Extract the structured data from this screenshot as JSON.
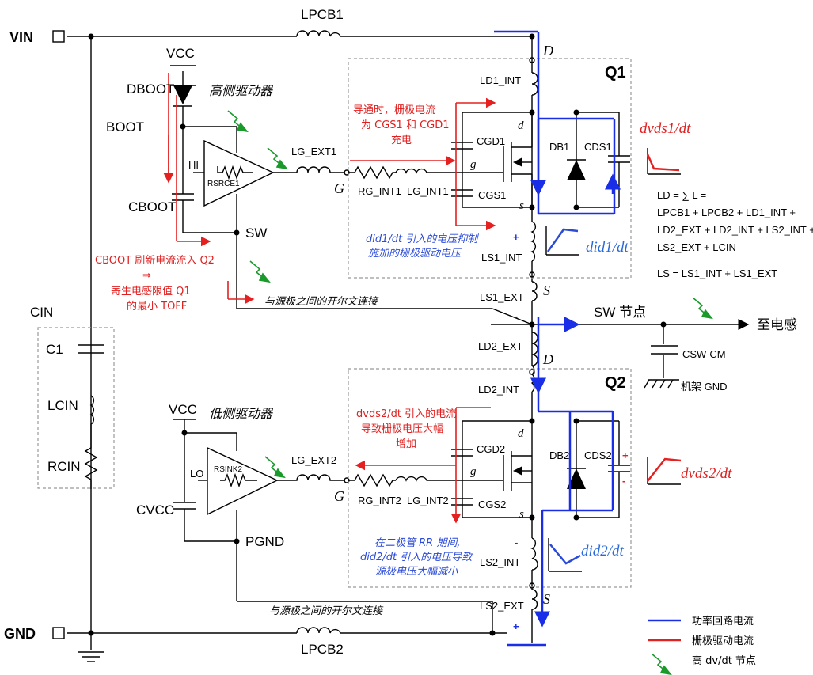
{
  "terminals": {
    "vin": "VIN",
    "gnd": "GND"
  },
  "inductors": {
    "lpcb1": "LPCB1",
    "lpcb2": "LPCB2",
    "ld1int": "LD1_INT",
    "ls1int": "LS1_INT",
    "ls1ext": "LS1_EXT",
    "ld2ext": "LD2_EXT",
    "ld2int": "LD2_INT",
    "ls2int": "LS2_INT",
    "ls2ext": "LS2_EXT",
    "lgext1": "LG_EXT1",
    "lgint1": "LG_INT1",
    "lgext2": "LG_EXT2",
    "lgint2": "LG_INT2",
    "lcin": "LCIN"
  },
  "resistors": {
    "rgint1": "RG_INT1",
    "rgint2": "RG_INT2",
    "rsrce1": "RSRCE1",
    "rsink2": "RSINK2",
    "rcin": "RCIN"
  },
  "capacitors": {
    "cboot": "CBOOT",
    "cvcc": "CVCC",
    "cgd1": "CGD1",
    "cgs1": "CGS1",
    "cds1": "CDS1",
    "cgd2": "CGD2",
    "cgs2": "CGS2",
    "cds2": "CDS2",
    "c1": "C1",
    "cin": "CIN",
    "cswcm": "CSW-CM"
  },
  "nodes": {
    "vcc_top": "VCC",
    "vcc_bottom": "VCC",
    "boot": "BOOT",
    "sw": "SW",
    "hi": "HI",
    "lo": "LO",
    "pgnd": "PGND",
    "dboot": "DBOOT",
    "db1": "DB1",
    "db2": "DB2",
    "q1": "Q1",
    "q2": "Q2",
    "g1": "G",
    "g2": "G",
    "d1": "D",
    "s1": "S",
    "d2": "D",
    "s2": "S",
    "d_small": "d",
    "g_small": "g",
    "s_small": "s",
    "plus": "+",
    "minus": "-"
  },
  "labels": {
    "high_side_driver": "高侧驱动器",
    "low_side_driver": "低侧驱动器",
    "kelvin_top": "与源极之间的开尔文连接",
    "kelvin_bottom": "与源极之间的开尔文连接",
    "sw_node": "SW 节点",
    "to_inductor": "至电感",
    "chassis_gnd": "机架 GND",
    "red_note_1": "导通时，栅极电流",
    "red_note_2": "为 CGS1 和 CGD1",
    "red_note_3": "充电",
    "red_note_4": "CBOOT 刷新电流流入 Q2",
    "red_note_5": "⇒",
    "red_note_6": "寄生电感限值 Q1",
    "red_note_7": "的最小 TOFF",
    "red_note_8": "dvds2/dt 引入的电流",
    "red_note_9": "导致栅极电压大幅",
    "red_note_10": "增加",
    "blue_note_1": "did1/dt 引入的电压抑制",
    "blue_note_2": "施加的栅极驱动电压",
    "blue_note_3": "在二极管 RR 期间,",
    "blue_note_4": "did2/dt 引入的电压导致",
    "blue_note_5": "源极电压大幅减小",
    "dvds1": "dvds1/dt",
    "dvds2": "dvds2/dt",
    "did1": "did1/dt",
    "did2": "did2/dt",
    "eq1": "LD = ∑ L =",
    "eq2": "LPCB1 + LPCB2 + LD1_INT +",
    "eq3": "LD2_EXT + LD2_INT + LS2_INT +",
    "eq4": "LS2_EXT + LCIN",
    "eq5": "LS = LS1_INT + LS1_EXT"
  },
  "legend": {
    "power_loop": "功率回路电流",
    "gate_drive": "栅极驱动电流",
    "high_dvdt": "高 dv/dt 节点"
  },
  "colors": {
    "power_loop": "#1a2ee8",
    "gate_drive": "#e52020",
    "high_dvdt": "#1a9a2a"
  }
}
